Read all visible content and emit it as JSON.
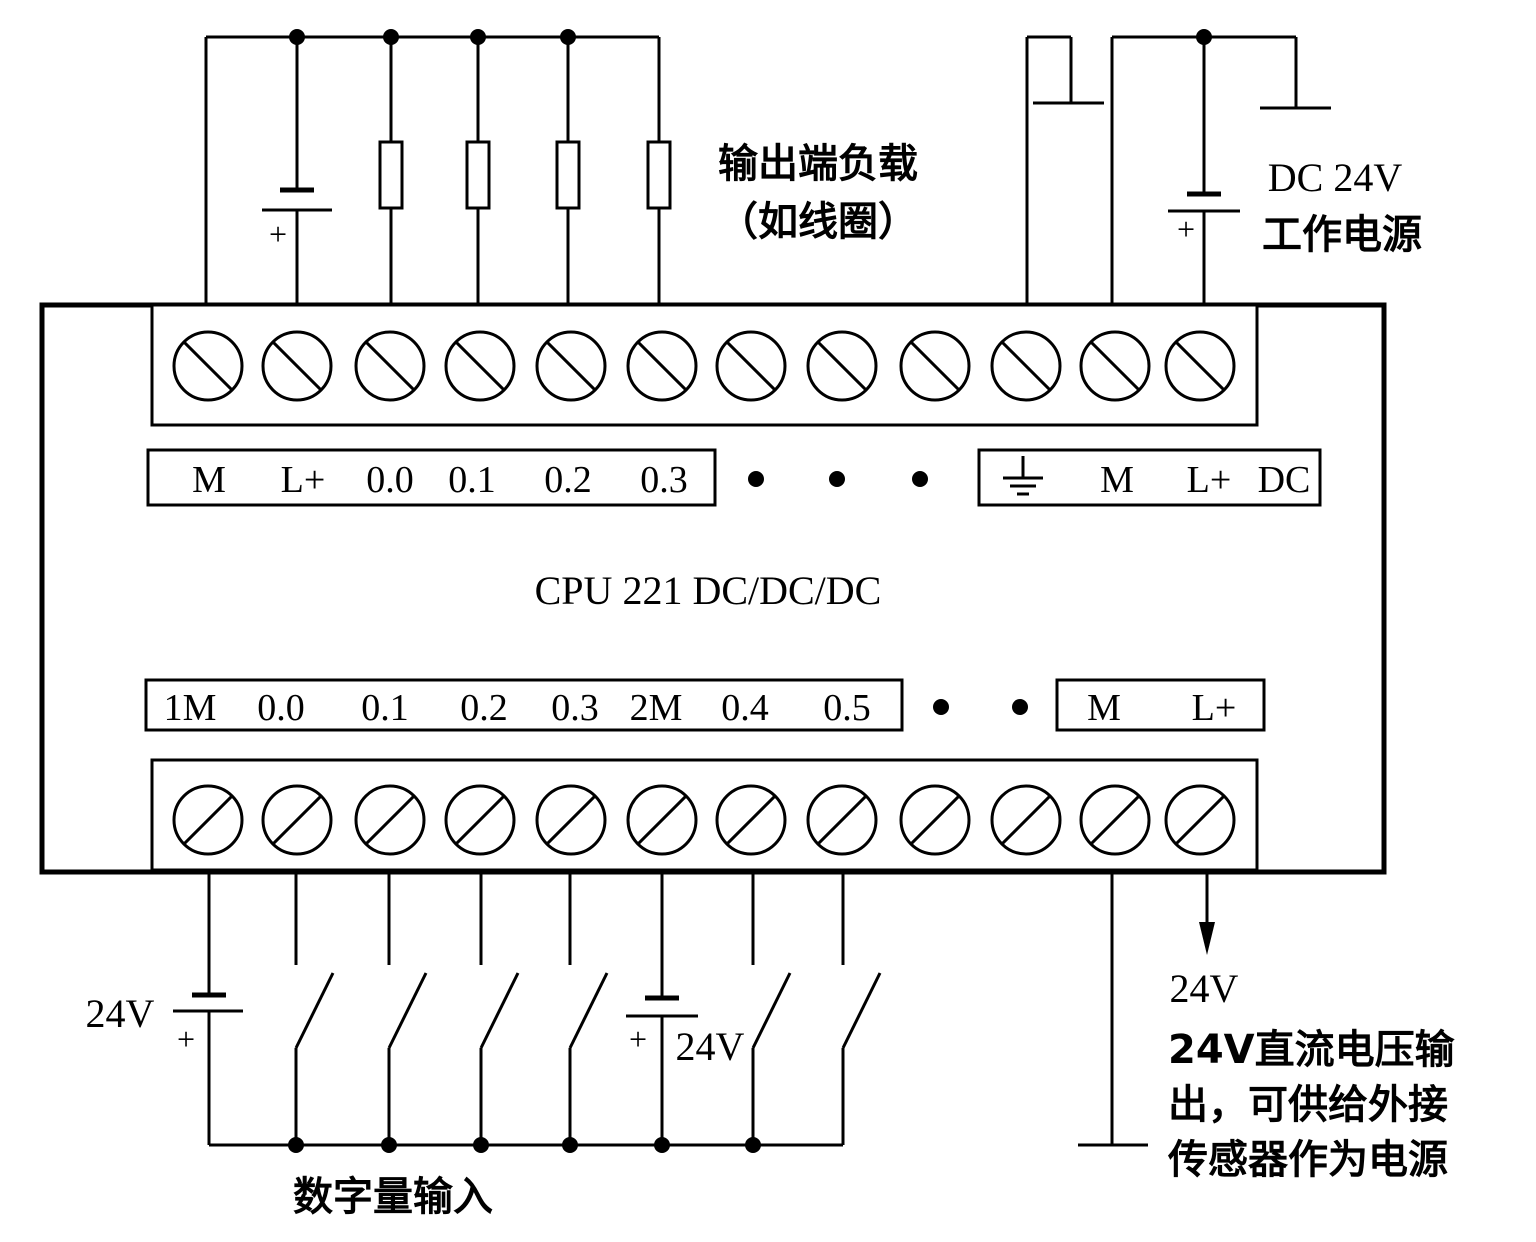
{
  "labels": {
    "output_load_line1": "输出端负载",
    "output_load_line2": "（如线圈）",
    "power_supply_voltage": "DC 24V",
    "power_supply_label": "工作电源",
    "cpu_model": "CPU 221 DC/DC/DC",
    "digital_input": "数字量输入",
    "sensor_out_voltage": "24V",
    "sensor_note_line1": "24V直流电压输",
    "sensor_note_line2": "出，可供给外接",
    "sensor_note_line3": "传感器作为电源",
    "input_battery_1": "24V",
    "input_battery_2": "24V",
    "plus_sign": "+"
  },
  "output_label_strip": [
    "M",
    "L+",
    "0.0",
    "0.1",
    "0.2",
    "0.3"
  ],
  "power_label_strip": [
    "M",
    "L+",
    "DC"
  ],
  "input_label_strip": [
    "1M",
    "0.0",
    "0.1",
    "0.2",
    "0.3",
    "2M",
    "0.4",
    "0.5"
  ],
  "sensor_label_strip": [
    "M",
    "L+"
  ],
  "icons": {
    "ground": "ground-icon",
    "screw_terminal": "screw-terminal-icon",
    "battery": "battery-icon",
    "resistor_load": "load-coil-icon",
    "switch": "switch-icon",
    "arrow": "arrow-down-icon"
  }
}
